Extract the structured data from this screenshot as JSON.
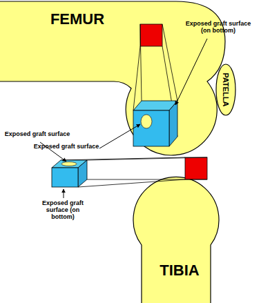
{
  "diagram": {
    "nodes": [
      {
        "text": [
          "FEMUR"
        ]
      },
      {
        "text": [
          "PATELLA"
        ]
      },
      {
        "text": [
          "TIBIA"
        ]
      }
    ],
    "labels": [
      "Exposed graft surface (on bottom)",
      "Exposed graft surface",
      "Exposed graft surface",
      "Exposed graft surface (on bottom)"
    ]
  }
}
